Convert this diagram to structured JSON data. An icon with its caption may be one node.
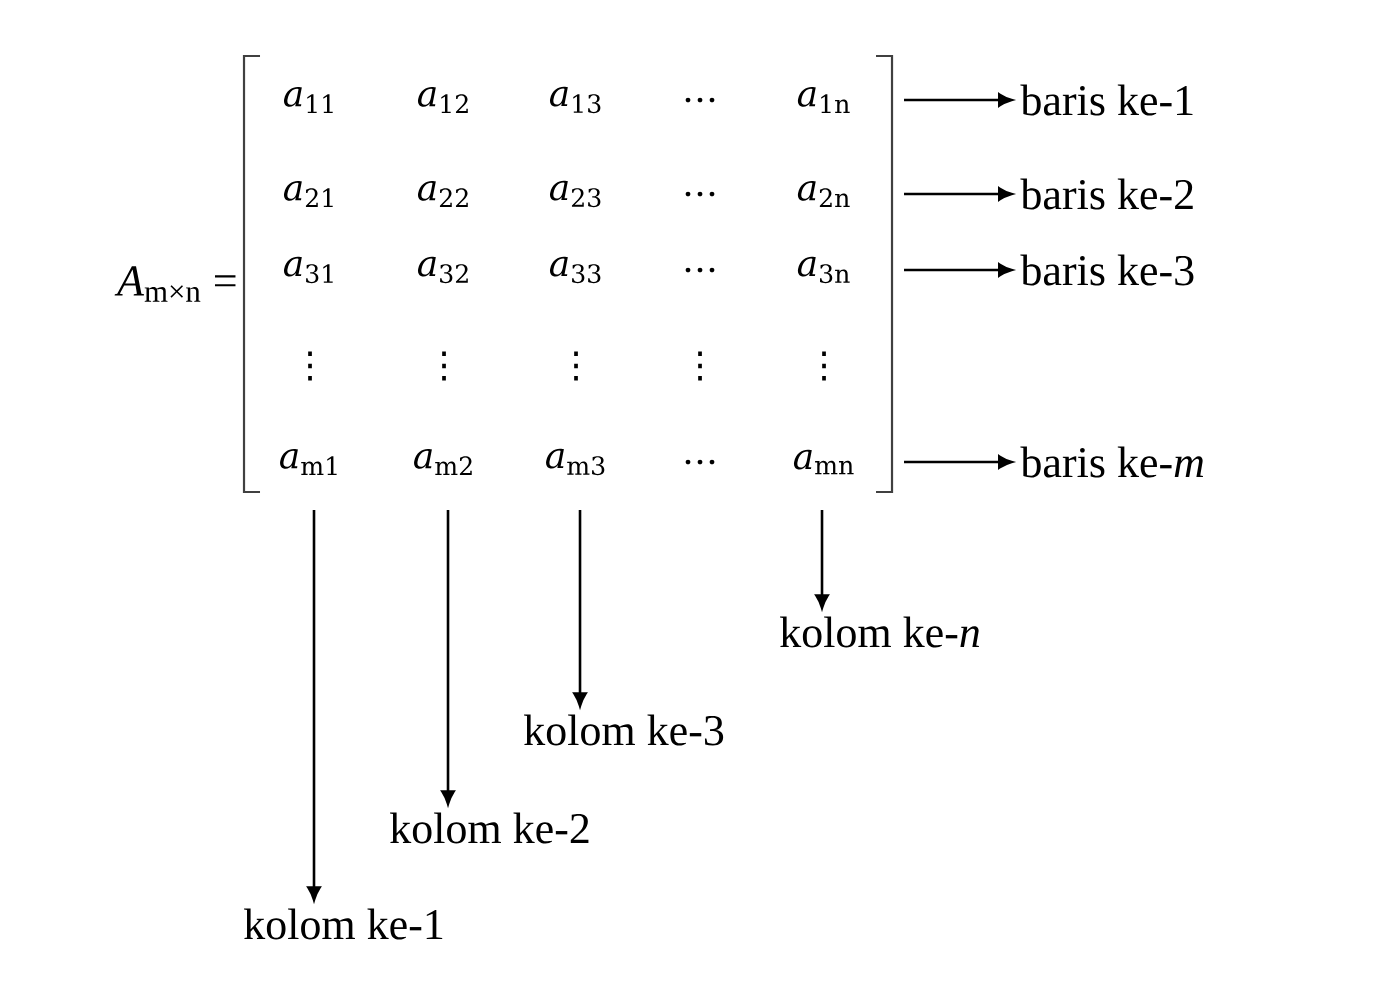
{
  "diagram": {
    "nodes": [
      {
        "text": [
          "baris ke-1"
        ]
      },
      {
        "text": [
          "baris ke-2"
        ]
      },
      {
        "text": [
          "baris ke-3"
        ]
      },
      {
        "text": [
          "baris ke-*m*"
        ]
      },
      {
        "text": [
          "kolom ke-*n*"
        ]
      },
      {
        "text": [
          "kolom ke-3"
        ]
      },
      {
        "text": [
          "kolom ke-2"
        ]
      },
      {
        "text": [
          "kolom ke-1"
        ]
      }
    ],
    "edges": [
      {
        "from": null,
        "to": 0,
        "arrow": "to"
      },
      {
        "from": null,
        "to": 1,
        "arrow": "to"
      },
      {
        "from": null,
        "to": 2,
        "arrow": "to"
      },
      {
        "from": null,
        "to": 3,
        "arrow": "to"
      },
      {
        "from": null,
        "to": 4,
        "arrow": "to"
      },
      {
        "from": null,
        "to": 5,
        "arrow": "to"
      },
      {
        "from": null,
        "to": 6,
        "arrow": "to"
      },
      {
        "from": null,
        "to": 7,
        "arrow": "to"
      }
    ],
    "labels": [
      "*A*$_{m×n}$ =",
      "*a*$_{11}$",
      "*a*$_{12}$",
      "*a*$_{13}$",
      "…",
      "*a*$_{1n}$",
      "*a*$_{21}$",
      "*a*$_{22}$",
      "*a*$_{23}$",
      "…",
      "*a*$_{2n}$",
      "*a*$_{31}$",
      "*a*$_{32}$",
      "*a*$_{33}$",
      "…",
      "*a*$_{3n}$",
      "⋮",
      "⋮",
      "⋮",
      "⋮",
      "⋮",
      "*a*$_{m1}$",
      "*a*$_{m2}$",
      "*a*$_{m3}$",
      "…",
      "*a*$_{mn}$"
    ]
  }
}
